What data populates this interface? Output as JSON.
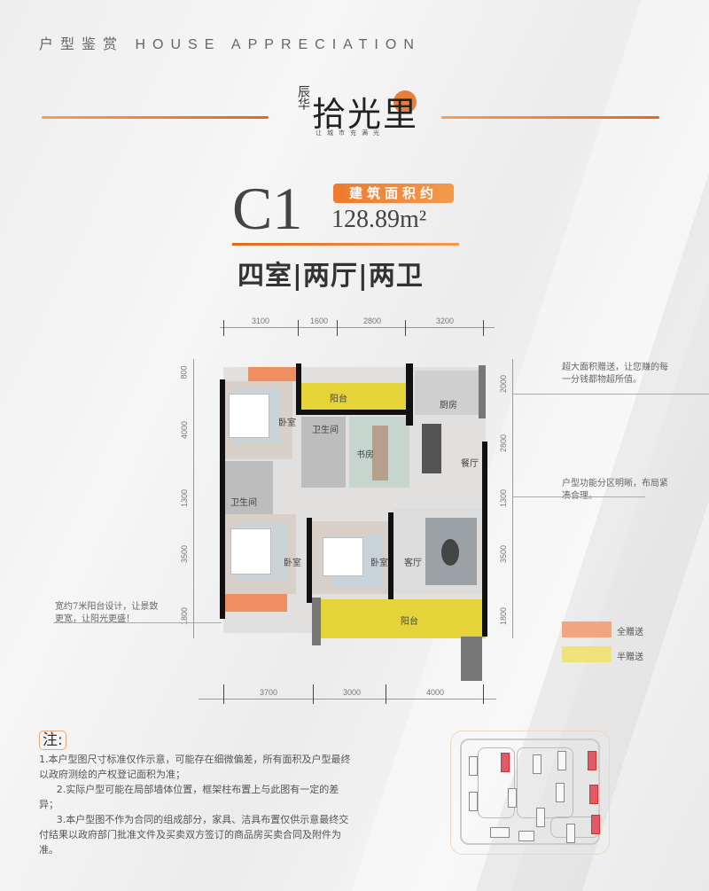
{
  "header": {
    "title_cn": "户型鉴赏",
    "title_en": "HOUSE APPRECIATION"
  },
  "brand": {
    "prefix": "辰华",
    "name": "拾光里",
    "slogan": "让城市充满光",
    "accent_color": "#e46b1d"
  },
  "unit": {
    "code": "C1",
    "area_label": "建筑面积约",
    "area_value": "128.89m²",
    "layout": "四室|两厅|两卫"
  },
  "dimensions": {
    "top": [
      "3100",
      "1600",
      "2800",
      "3200"
    ],
    "bottom": [
      "3700",
      "3000",
      "4000"
    ],
    "left": [
      "800",
      "4000",
      "1300",
      "3500",
      "1800"
    ],
    "right": [
      "2000",
      "2800",
      "1300",
      "3500",
      "1800"
    ]
  },
  "rooms": {
    "balcony_top": "阳台",
    "kitchen": "厨房",
    "bedroom_master": "卧室",
    "bathroom_1": "卫生间",
    "study": "书房",
    "dining": "餐厅",
    "bathroom_2": "卫生间",
    "bedroom_2": "卧室",
    "bedroom_3": "卧室",
    "living": "客厅",
    "balcony_bottom": "阳台"
  },
  "callouts": {
    "right_top": "超大面积赠送，让您赚的每一分钱都物超所值。",
    "right_middle": "户型功能分区明晰，布局紧凑合理。",
    "left_bottom": "宽约7米阳台设计，让景致更宽，让阳光更盛！"
  },
  "legend": [
    {
      "label": "全赠送",
      "color": "#f2a580"
    },
    {
      "label": "半赠送",
      "color": "#f0e27a"
    }
  ],
  "notes": {
    "title": "注:",
    "items": [
      "1.本户型图尺寸标准仅作示意，可能存在细微偏差，所有面积及户型最终以政府测绘的产权登记面积为准；",
      "2.实际户型可能在局部墙体位置，框架柱布置上与此图有一定的差异；",
      "3.本户型图不作为合同的组成部分，家具、洁具布置仅供示意最终交付结果以政府部门批准文件及买卖双方签订的商品房买卖合同及附件为准。"
    ]
  }
}
